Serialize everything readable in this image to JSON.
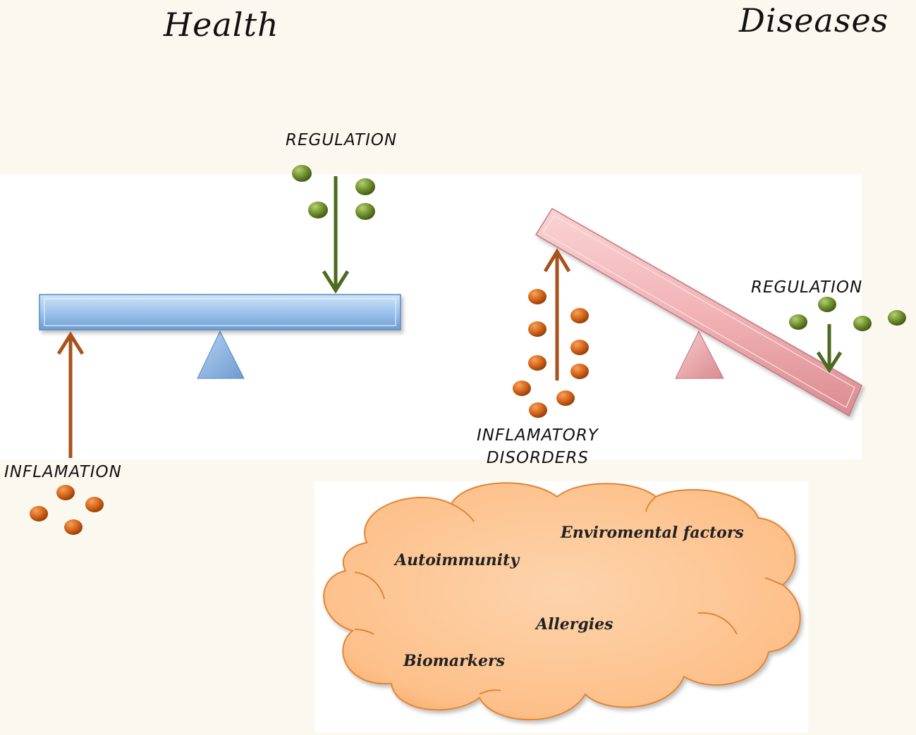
{
  "titles": {
    "health": "Health",
    "diseases": "Diseases"
  },
  "labels": {
    "regulation_left": "REGULATION",
    "regulation_right": "REGULATION",
    "inflammation": "INFLAMATION",
    "disorders_line1": "INFLAMATORY",
    "disorders_line2": "DISORDERS"
  },
  "cloud": {
    "environmental": "Enviromental factors",
    "autoimmunity": "Autoimmunity",
    "allergies": "Allergies",
    "biomarkers": "Biomarkers"
  },
  "colors": {
    "health_beam": "#9cc3ec",
    "disease_beam": "#f2b3b6",
    "inflammation_dot": "#d4641a",
    "regulation_dot": "#6f8e2c",
    "inflammation_arrow": "#a8521c",
    "regulation_arrow": "#4d6a1f",
    "cloud_fill": "#fdc896"
  }
}
